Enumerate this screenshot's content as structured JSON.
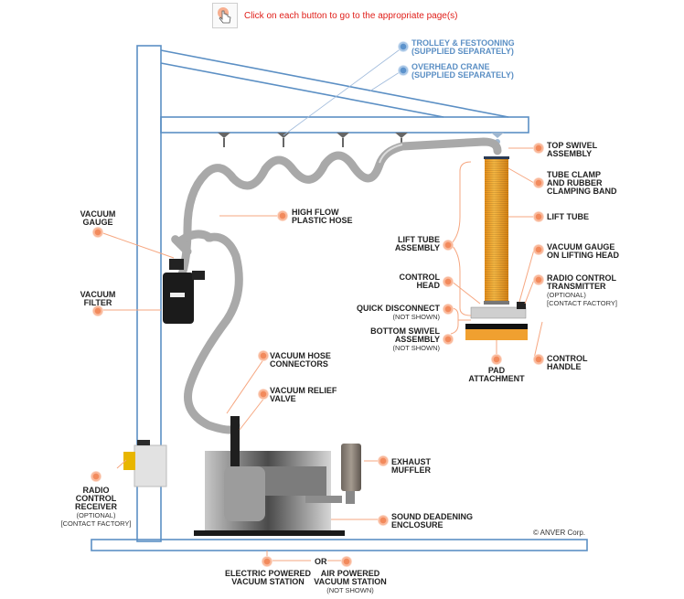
{
  "header": {
    "hint_icon": "hand-pointer-icon",
    "hint_text": "Click on each button to go to the appropriate page(s)"
  },
  "colors": {
    "hint_text": "#e0201b",
    "callout_orange": "#f28a5c",
    "callout_blue": "#5d93cc",
    "frame_blue": "#5b8fc4",
    "lift_tube_orange": "#f5a623",
    "hose_gray": "#a9a9a9"
  },
  "callouts_blue": [
    {
      "id": "trolley",
      "title": "TROLLEY & FESTOONING",
      "sub": "(SUPPLIED SEPARATELY)"
    },
    {
      "id": "crane",
      "title": "OVERHEAD CRANE",
      "sub": "(SUPPLIED SEPARATELY)"
    }
  ],
  "callouts": {
    "top_swivel": {
      "lines": [
        "TOP SWIVEL",
        "ASSEMBLY"
      ]
    },
    "tube_clamp": {
      "lines": [
        "TUBE CLAMP",
        "AND RUBBER",
        "CLAMPING BAND"
      ]
    },
    "lift_tube": {
      "lines": [
        "LIFT TUBE"
      ]
    },
    "gauge_head": {
      "lines": [
        "VACUUM GAUGE",
        "ON LIFTING HEAD"
      ]
    },
    "radio_tx": {
      "lines": [
        "RADIO CONTROL",
        "TRANSMITTER"
      ],
      "notes": [
        "(OPTIONAL)",
        "[CONTACT FACTORY]"
      ]
    },
    "control_handle": {
      "lines": [
        "CONTROL",
        "HANDLE"
      ]
    },
    "pad": {
      "lines": [
        "PAD",
        "ATTACHMENT"
      ]
    },
    "lift_tube_assembly": {
      "lines": [
        "LIFT TUBE",
        "ASSEMBLY"
      ]
    },
    "control_head": {
      "lines": [
        "CONTROL",
        "HEAD"
      ]
    },
    "quick_disconnect": {
      "lines": [
        "QUICK DISCONNECT"
      ],
      "notes": [
        "(NOT SHOWN)"
      ]
    },
    "bottom_swivel": {
      "lines": [
        "BOTTOM SWIVEL",
        "ASSEMBLY"
      ],
      "notes": [
        "(NOT SHOWN)"
      ]
    },
    "high_flow_hose": {
      "lines": [
        "HIGH FLOW",
        "PLASTIC HOSE"
      ]
    },
    "vacuum_gauge": {
      "lines": [
        "VACUUM",
        "GAUGE"
      ]
    },
    "vacuum_filter": {
      "lines": [
        "VACUUM",
        "FILTER"
      ]
    },
    "hose_connectors": {
      "lines": [
        "VACUUM HOSE",
        "CONNECTORS"
      ]
    },
    "relief_valve": {
      "lines": [
        "VACUUM RELIEF",
        "VALVE"
      ]
    },
    "radio_rx": {
      "lines": [
        "RADIO",
        "CONTROL",
        "RECEIVER"
      ],
      "notes": [
        "(OPTIONAL)",
        "[CONTACT FACTORY]"
      ]
    },
    "exhaust_muffler": {
      "lines": [
        "EXHAUST",
        "MUFFLER"
      ]
    },
    "enclosure": {
      "lines": [
        "SOUND DEADENING",
        "ENCLOSURE"
      ]
    },
    "electric_station": {
      "lines": [
        "ELECTRIC POWERED",
        "VACUUM STATION"
      ]
    },
    "air_station": {
      "lines": [
        "AIR POWERED",
        "VACUUM STATION"
      ],
      "notes": [
        "(NOT SHOWN)"
      ]
    }
  },
  "or_text": "OR",
  "copyright": "© ANVER Corp."
}
